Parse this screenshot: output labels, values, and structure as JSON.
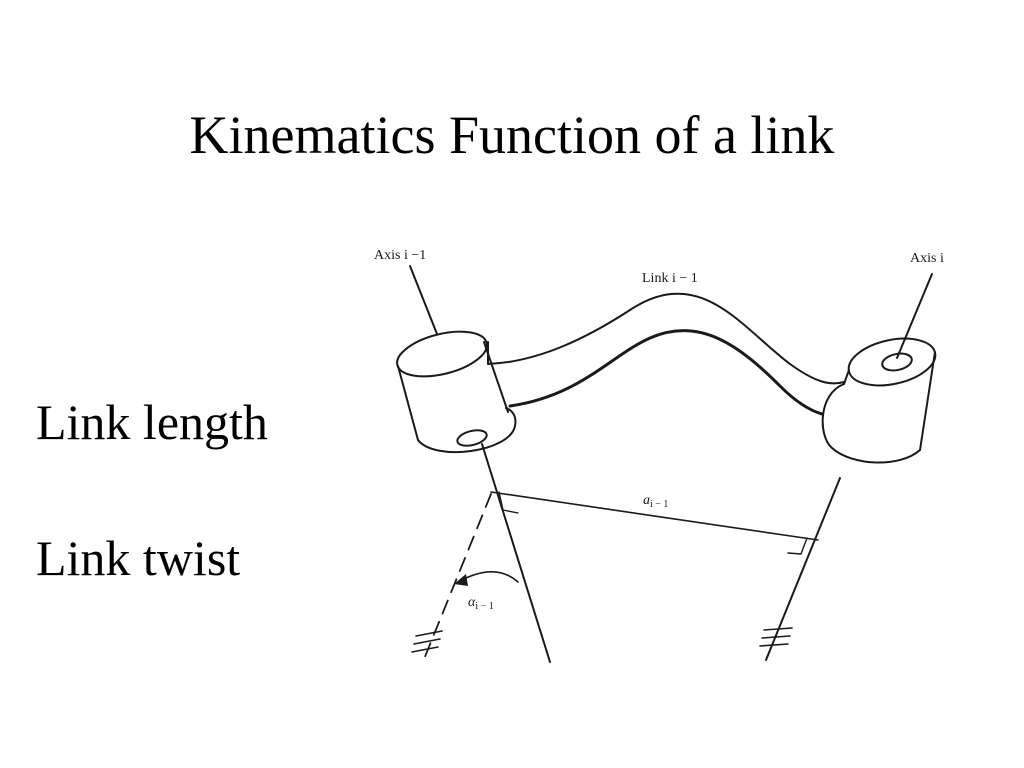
{
  "slide": {
    "title": "Kinematics Function of a link",
    "bullets": [
      "Link length",
      "Link twist"
    ]
  },
  "diagram": {
    "axis_prev_label": "Axis i −1",
    "axis_curr_label": "Axis i",
    "link_label": "Link i − 1",
    "length_symbol": "a",
    "length_subscript": "i − 1",
    "twist_symbol": "α",
    "twist_subscript": "i − 1"
  },
  "colors": {
    "ink": "#1a1a1a",
    "background": "#ffffff"
  }
}
